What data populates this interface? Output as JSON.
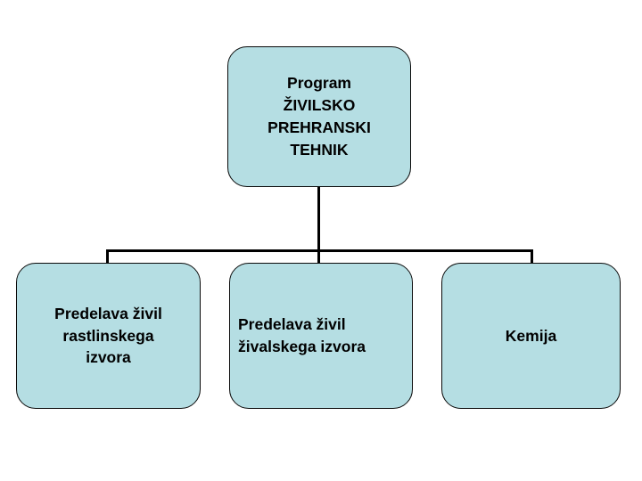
{
  "diagram": {
    "type": "organizational-chart",
    "orientation": "top-down",
    "background_color": "#FFFFFF",
    "node_fill_color": "#B5DEE3",
    "node_border_color": "#000000",
    "connector_color": "#000000",
    "text_color": "#000000"
  },
  "root": {
    "id": "root",
    "label": "Program\nŽIVILSKO\nPREHRANSKI\nTEHNIK",
    "lines": [
      "Program",
      "ŽIVILSKO",
      "PREHRANSKI",
      "TEHNIK"
    ],
    "align": "center"
  },
  "children": [
    {
      "id": "child-1",
      "label": "Predelava živil\nrastlinskega\nizvora",
      "lines": [
        "Predelava živil",
        "rastlinskega",
        "izvora"
      ],
      "align": "center"
    },
    {
      "id": "child-2",
      "label": "Predelava živil\nživalskega izvora",
      "lines": [
        "Predelava živil",
        "živalskega izvora"
      ],
      "align": "left"
    },
    {
      "id": "child-3",
      "label": "Kemija",
      "lines": [
        "Kemija"
      ],
      "align": "center"
    }
  ],
  "connectors": {
    "trunk_name": "trunk-connector",
    "bar_name": "horizontal-connector-bar",
    "stub_left_name": "connector-stub-left",
    "stub_mid_name": "connector-stub-middle",
    "stub_right_name": "connector-stub-right"
  }
}
